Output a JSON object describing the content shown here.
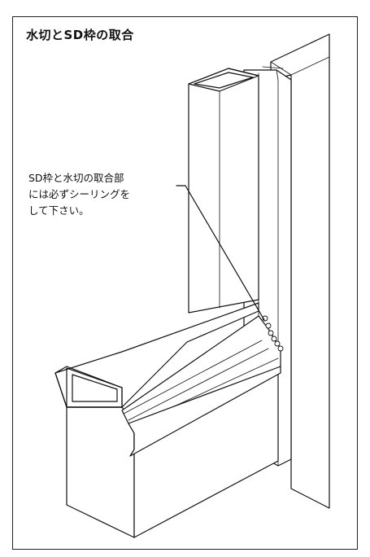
{
  "title": "水切とSD枠の取合",
  "note": {
    "lines": [
      "SD枠と水切の取合部",
      "には必ずシーリングを",
      "して下さい。"
    ]
  }
}
